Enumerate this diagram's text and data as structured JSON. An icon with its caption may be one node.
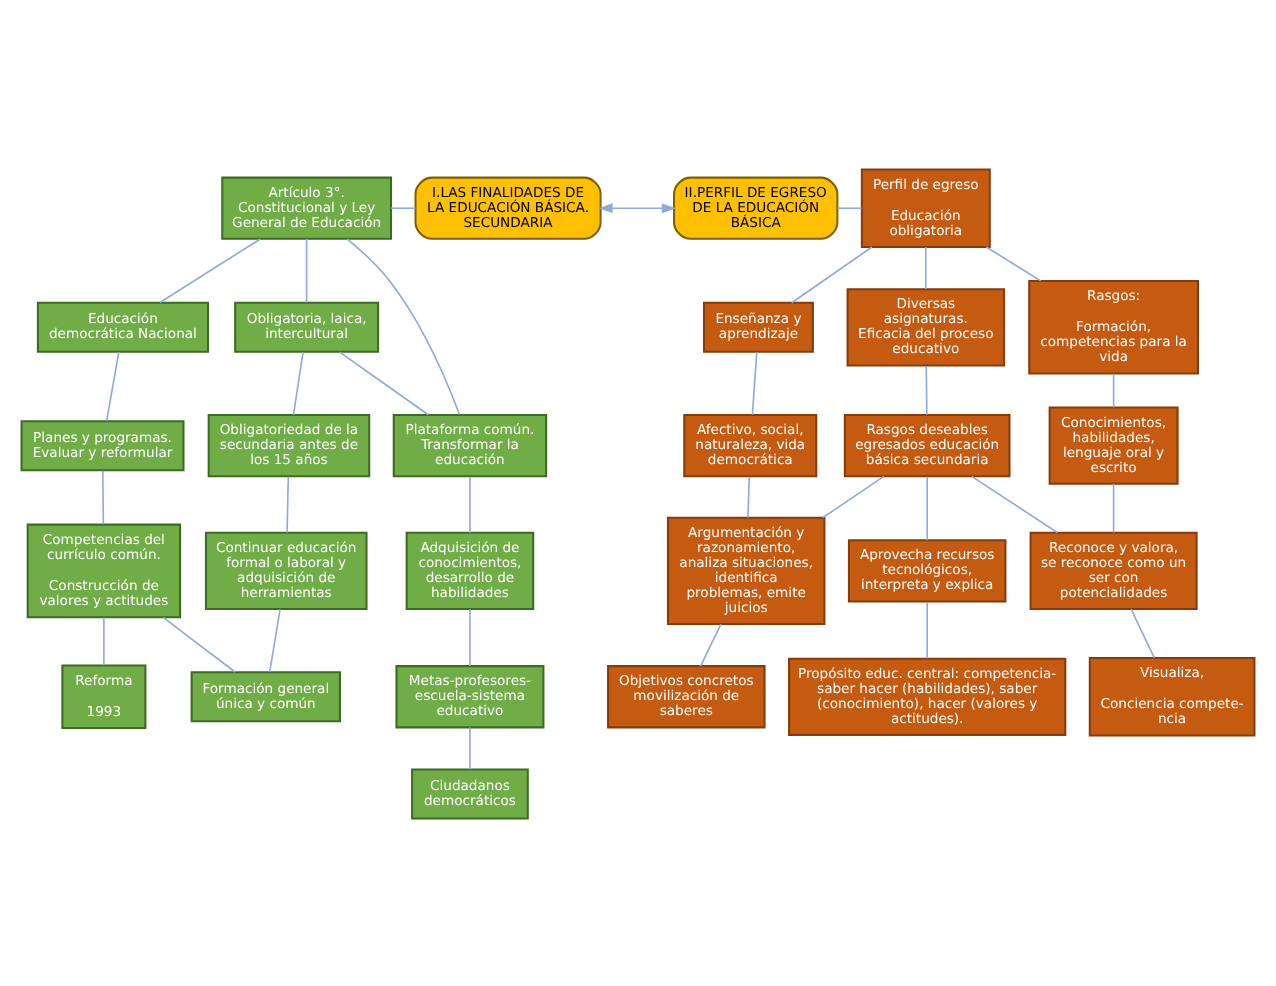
{
  "diagram": {
    "nodes": [
      {
        "text": [
          "Artículo 3°. Constitucional y Ley General de Educación"
        ]
      },
      {
        "text": [
          "I.LAS FINALIDADES DE LA EDUCACIÓN BÁSICA. SECUNDARIA"
        ]
      },
      {
        "text": [
          "II.PERFIL DE EGRESO DE LA EDUCACIÓN BÁSICA"
        ]
      },
      {
        "text": [
          "Perfil de egreso",
          "Educación obligatoria"
        ]
      },
      {
        "text": [
          "Educación democrática Nacional"
        ]
      },
      {
        "text": [
          "Obligatoria, laica, intercultural"
        ]
      },
      {
        "text": [
          "Plataforma común. Transformar la educación"
        ]
      },
      {
        "text": [
          "Enseñanza y aprendizaje"
        ]
      },
      {
        "text": [
          "Diversas asignaturas. Eficacia del proceso educativo"
        ]
      },
      {
        "text": [
          "Rasgos:",
          "Formación, competencias para la vida"
        ]
      },
      {
        "text": [
          "Planes y programas. Evaluar y reformular"
        ]
      },
      {
        "text": [
          "Obligatoriedad de la secundaria antes de los 15 años"
        ]
      },
      {
        "text": [
          "Adquisición de conocimientos, desarrollo de habilidades"
        ]
      },
      {
        "text": [
          "Afectivo, social, naturaleza, vida democrática"
        ]
      },
      {
        "text": [
          "Rasgos deseables egresados educación básica secundaria"
        ]
      },
      {
        "text": [
          "Conocimientos, habilidades, lenguaje oral y escrito"
        ]
      },
      {
        "text": [
          "Competencias del currículo común.",
          "Construcción de valores y actitudes"
        ]
      },
      {
        "text": [
          "Continuar educación formal o laboral y adquisición de herramientas"
        ]
      },
      {
        "text": [
          "Metas-profesores-escuela-sistema educativo"
        ]
      },
      {
        "text": [
          "Argumentación y razonamiento, analiza situaciones, identifica problemas, emite juicios"
        ]
      },
      {
        "text": [
          "Aprovecha recursos tecnológicos, interpreta y explica"
        ]
      },
      {
        "text": [
          "Reconoce y valora, se reconoce como un ser con potencialidades"
        ]
      },
      {
        "text": [
          "Reforma",
          "1993"
        ]
      },
      {
        "text": [
          "Formación general única y común"
        ]
      },
      {
        "text": [
          "Ciudadanos democráticos"
        ]
      },
      {
        "text": [
          "Propósito educ. central: competencia-saber hacer (habilidades), saber (conocimiento), hacer (valores y actitudes)."
        ]
      },
      {
        "text": [
          "Objetivos concretos movilización de saberes"
        ]
      },
      {
        "text": [
          "Visualiza,",
          "Conciencia compete-ncia"
        ]
      }
    ],
    "edges": [
      {
        "from": 0,
        "to": 1,
        "arrow": "none"
      },
      {
        "from": 1,
        "to": 2,
        "arrow": "both"
      },
      {
        "from": 2,
        "to": 3,
        "arrow": "none"
      },
      {
        "from": 0,
        "to": 4,
        "arrow": "none"
      },
      {
        "from": 0,
        "to": 5,
        "arrow": "none"
      },
      {
        "from": 0,
        "to": 6,
        "arrow": "none"
      },
      {
        "from": 5,
        "to": 6,
        "arrow": "none"
      },
      {
        "from": 3,
        "to": 7,
        "arrow": "none"
      },
      {
        "from": 3,
        "to": 8,
        "arrow": "none"
      },
      {
        "from": 3,
        "to": 9,
        "arrow": "none"
      },
      {
        "from": 4,
        "to": 10,
        "arrow": "none"
      },
      {
        "from": 5,
        "to": 11,
        "arrow": "none"
      },
      {
        "from": 6,
        "to": 12,
        "arrow": "none"
      },
      {
        "from": 7,
        "to": 13,
        "arrow": "none"
      },
      {
        "from": 8,
        "to": 14,
        "arrow": "none"
      },
      {
        "from": 9,
        "to": 15,
        "arrow": "none"
      },
      {
        "from": 10,
        "to": 16,
        "arrow": "none"
      },
      {
        "from": 11,
        "to": 17,
        "arrow": "none"
      },
      {
        "from": 12,
        "to": 18,
        "arrow": "none"
      },
      {
        "from": 13,
        "to": 19,
        "arrow": "none"
      },
      {
        "from": 14,
        "to": 19,
        "arrow": "none"
      },
      {
        "from": 14,
        "to": 20,
        "arrow": "none"
      },
      {
        "from": 14,
        "to": 21,
        "arrow": "none"
      },
      {
        "from": 15,
        "to": 21,
        "arrow": "none"
      },
      {
        "from": 16,
        "to": 22,
        "arrow": "none"
      },
      {
        "from": 16,
        "to": 23,
        "arrow": "none"
      },
      {
        "from": 17,
        "to": 23,
        "arrow": "none"
      },
      {
        "from": 18,
        "to": 24,
        "arrow": "none"
      },
      {
        "from": 19,
        "to": 26,
        "arrow": "none"
      },
      {
        "from": 20,
        "to": 25,
        "arrow": "none"
      },
      {
        "from": 21,
        "to": 27,
        "arrow": "none"
      }
    ]
  }
}
